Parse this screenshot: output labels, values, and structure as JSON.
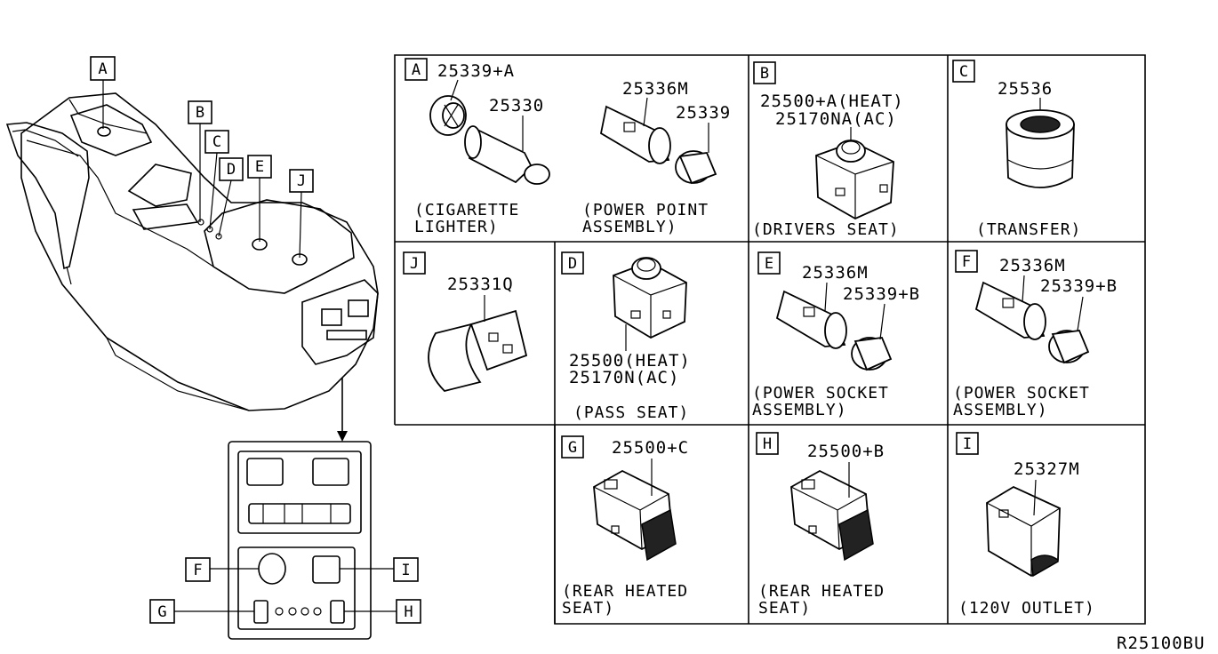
{
  "diagram_code": "R25100BU",
  "overview": {
    "callouts": [
      {
        "id": "A",
        "letter": "A"
      },
      {
        "id": "B",
        "letter": "B"
      },
      {
        "id": "C",
        "letter": "C"
      },
      {
        "id": "D",
        "letter": "D"
      },
      {
        "id": "E",
        "letter": "E"
      },
      {
        "id": "J",
        "letter": "J"
      }
    ],
    "panel_callouts": [
      {
        "id": "F",
        "letter": "F"
      },
      {
        "id": "I",
        "letter": "I"
      },
      {
        "id": "G",
        "letter": "G"
      },
      {
        "id": "H",
        "letter": "H"
      }
    ]
  },
  "cells": [
    {
      "id": "A",
      "letter": "A",
      "parts": [
        "25339+A",
        "25330",
        "25336M",
        "25339"
      ],
      "captions": [
        [
          "(CIGARETTE",
          "LIGHTER)"
        ],
        [
          "(POWER POINT",
          "ASSEMBLY)"
        ]
      ]
    },
    {
      "id": "B",
      "letter": "B",
      "parts": [
        "25500+A(HEAT)",
        "25170NA(AC)"
      ],
      "captions": [
        [
          "(DRIVERS SEAT)"
        ]
      ]
    },
    {
      "id": "C",
      "letter": "C",
      "parts": [
        "25536"
      ],
      "captions": [
        [
          "(TRANSFER)"
        ]
      ]
    },
    {
      "id": "J",
      "letter": "J",
      "parts": [
        "25331Q"
      ],
      "captions": []
    },
    {
      "id": "D",
      "letter": "D",
      "parts": [
        "25500(HEAT)",
        "25170N(AC)"
      ],
      "captions": [
        [
          "(PASS SEAT)"
        ]
      ]
    },
    {
      "id": "E",
      "letter": "E",
      "parts": [
        "25336M",
        "25339+B"
      ],
      "captions": [
        [
          "(POWER SOCKET",
          "ASSEMBLY)"
        ]
      ]
    },
    {
      "id": "F",
      "letter": "F",
      "parts": [
        "25336M",
        "25339+B"
      ],
      "captions": [
        [
          "(POWER SOCKET",
          "ASSEMBLY)"
        ]
      ]
    },
    {
      "id": "G",
      "letter": "G",
      "parts": [
        "25500+C"
      ],
      "captions": [
        [
          "(REAR HEATED",
          "SEAT)"
        ]
      ]
    },
    {
      "id": "H",
      "letter": "H",
      "parts": [
        "25500+B"
      ],
      "captions": [
        [
          "(REAR HEATED",
          "SEAT)"
        ]
      ]
    },
    {
      "id": "I",
      "letter": "I",
      "parts": [
        "25327M"
      ],
      "captions": [
        [
          "(120V OUTLET)"
        ]
      ]
    }
  ]
}
